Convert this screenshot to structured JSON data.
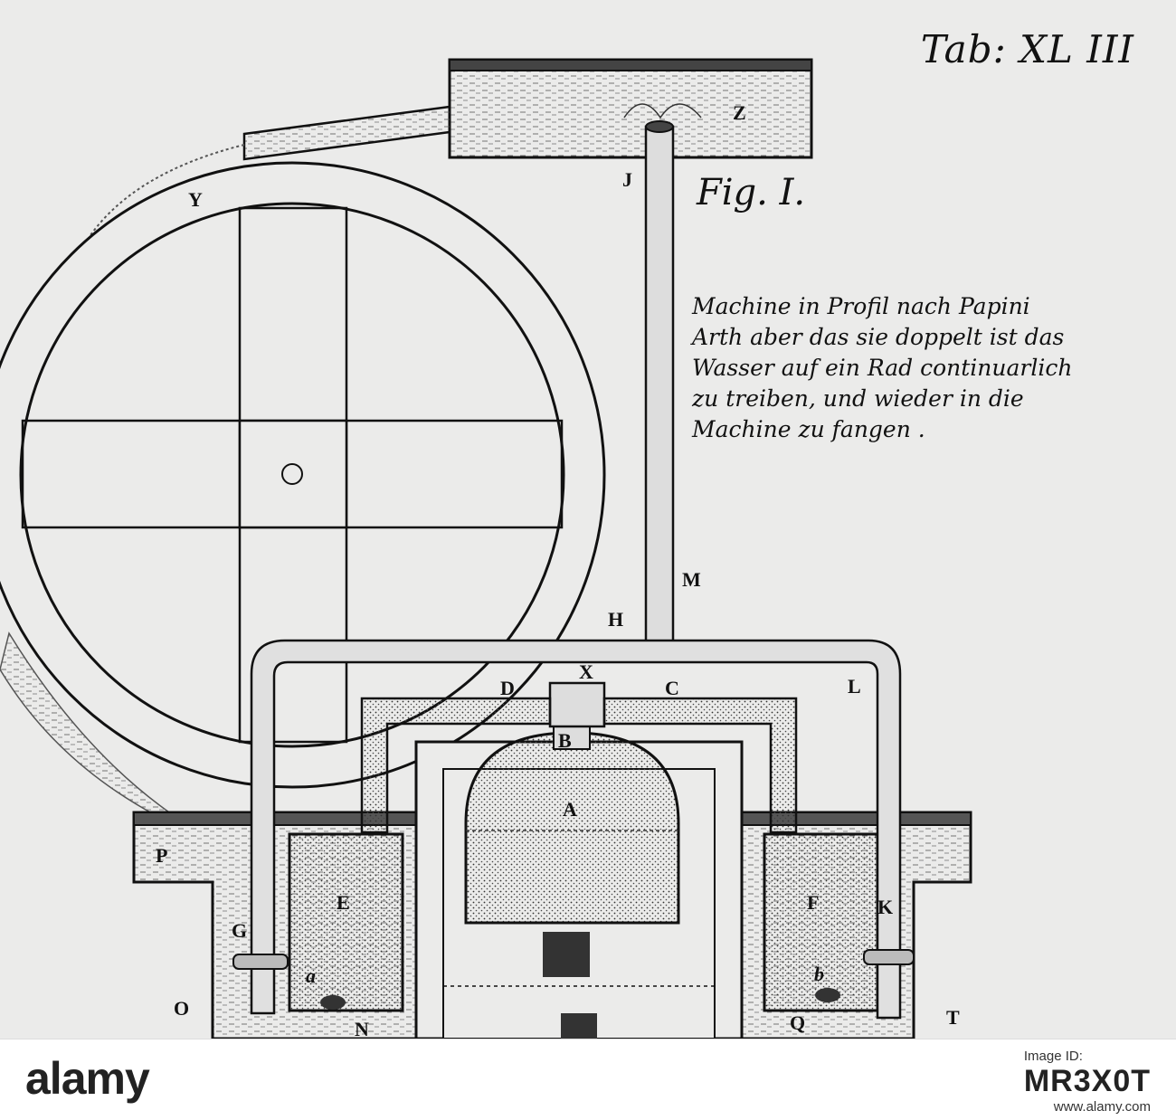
{
  "plate": {
    "tab_title": "Tab: XL III",
    "fig_title": "Fig. I.",
    "caption_lines": [
      "Machine in Profil nach Papini",
      "Arth aber das sie doppelt ist das",
      "Wasser auf ein Rad continuarlich",
      "zu treiben, und wieder in die",
      "Machine zu fangen ."
    ]
  },
  "labels": {
    "Z": "Z",
    "J": "J",
    "Y": "Y",
    "M": "M",
    "H": "H",
    "X": "X",
    "D": "D",
    "C": "C",
    "L": "L",
    "B": "B",
    "A": "A",
    "P": "P",
    "E": "E",
    "F": "F",
    "K": "K",
    "G": "G",
    "a": "a",
    "b": "b",
    "O": "O",
    "N": "N",
    "Q": "Q",
    "T": "T"
  },
  "footer": {
    "brand": "alamy",
    "image_id_label": "Image ID:",
    "image_id": "MR3X0T",
    "site": "www.alamy.com"
  },
  "colors": {
    "ink": "#111111",
    "paper": "#ebebea",
    "footer_bg": "#ffffff"
  }
}
